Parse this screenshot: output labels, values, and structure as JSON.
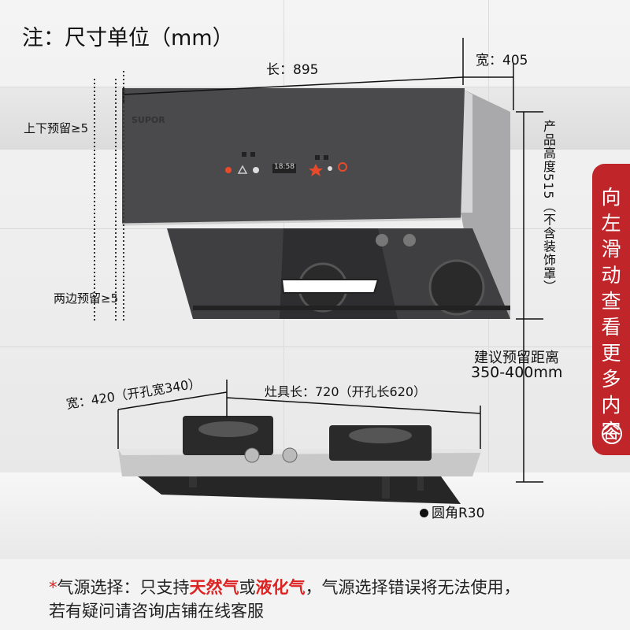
{
  "unit_label": "注：尺寸单位（mm）",
  "hood": {
    "length_label": "长：895",
    "width_label": "宽：405",
    "height_label": "产品高度515（不含装饰罩）",
    "brand": "SUPOR",
    "display_time": "18:58"
  },
  "clearance": {
    "top_bottom": "上下预留≥5",
    "sides": "两边预留≥5",
    "recommend_title": "建议预留距离",
    "recommend_value": "350-400mm"
  },
  "stove": {
    "width_label": "宽：420（开孔宽340）",
    "length_label": "灶具长：720（开孔长620）",
    "corner_label": "圆角R30"
  },
  "side_tab": {
    "text_chars": [
      "向",
      "左",
      "滑",
      "动",
      "查",
      "看",
      "更",
      "多",
      "内",
      "容"
    ]
  },
  "note": {
    "asterisk": "*",
    "prefix": "气源选择：只支持",
    "gas1": "天然气",
    "or": "或",
    "gas2": "液化气",
    "suffix": "，气源选择错误将无法使用，",
    "line2": "若有疑问请咨询店铺在线客服"
  },
  "colors": {
    "accent_red": "#c0252a",
    "hood_dark": "#4a4a4c"
  }
}
